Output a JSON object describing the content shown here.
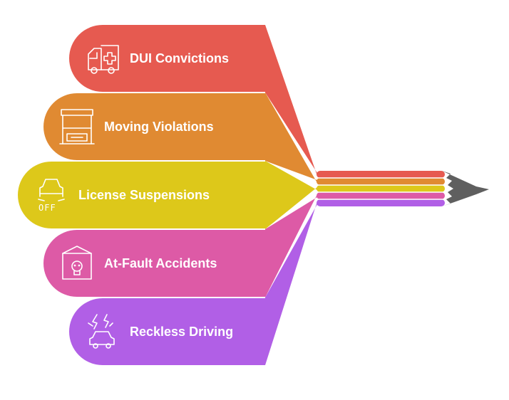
{
  "colors": {
    "red": "#E65A50",
    "orange": "#E08A32",
    "yellow": "#DDC81A",
    "pink": "#DD5AA6",
    "purple": "#B15FE6",
    "tip": "#5F5F5F"
  },
  "items": [
    {
      "label": "DUI Convictions",
      "icon": "ambulance-icon",
      "color": "#E65A50"
    },
    {
      "label": "Moving Violations",
      "icon": "toll-booth-icon",
      "color": "#E08A32"
    },
    {
      "label": "License Suspensions",
      "icon": "car-off-icon",
      "color": "#DDC81A",
      "icon_text": "OFF"
    },
    {
      "label": "At-Fault Accidents",
      "icon": "hazard-box-icon",
      "color": "#DD5AA6"
    },
    {
      "label": "Reckless Driving",
      "icon": "car-crash-icon",
      "color": "#B15FE6"
    }
  ]
}
